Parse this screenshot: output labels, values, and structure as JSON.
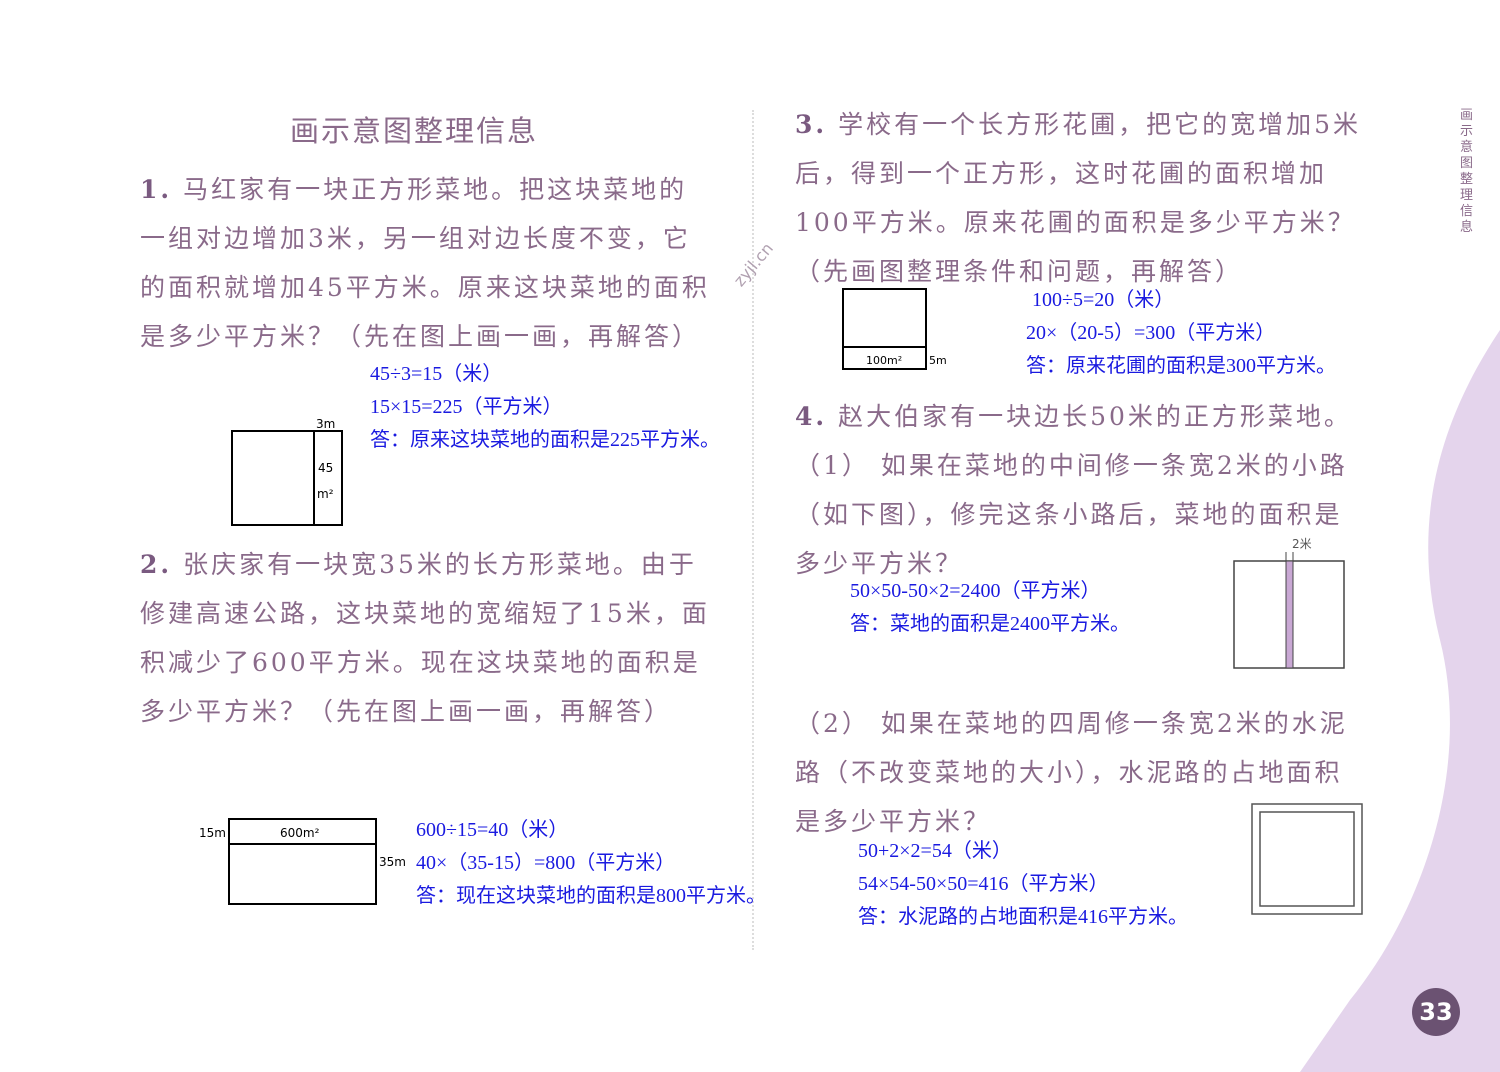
{
  "header": {
    "title": "画示意图整理信息",
    "side_label": "画示意图整理信息",
    "page_number": "33",
    "watermark": "zyjl.cn"
  },
  "q1": {
    "num": "1.",
    "text": "马红家有一块正方形菜地。把这块菜地的一组对边增加3米，另一组对边长度不变，它的面积就增加45平方米。原来这块菜地的面积是多少平方米？（先在图上画一画，再解答）",
    "ans": [
      "45÷3=15（米）",
      "15×15=225（平方米）",
      "答：原来这块菜地的面积是225平方米。"
    ],
    "fig": {
      "top": "3m",
      "mid1": "45",
      "mid2": "m²"
    }
  },
  "q2": {
    "num": "2.",
    "text": "张庆家有一块宽35米的长方形菜地。由于修建高速公路，这块菜地的宽缩短了15米，面积减少了600平方米。现在这块菜地的面积是多少平方米？（先在图上画一画，再解答）",
    "ans": [
      "600÷15=40（米）",
      "40×（35-15）=800（平方米）",
      "答：现在这块菜地的面积是800平方米。"
    ],
    "fig": {
      "left": "15m",
      "strip": "600m²",
      "right": "35m"
    }
  },
  "q3": {
    "num": "3.",
    "text": "学校有一个长方形花圃，把它的宽增加5米后，得到一个正方形，这时花圃的面积增加100平方米。原来花圃的面积是多少平方米？（先画图整理条件和问题，再解答）",
    "ans": [
      "100÷5=20（米）",
      "20×（20-5）=300（平方米）",
      "答：原来花圃的面积是300平方米。"
    ],
    "fig": {
      "strip": "100m²",
      "right": "5m"
    }
  },
  "q4": {
    "num": "4.",
    "intro": "赵大伯家有一块边长50米的正方形菜地。",
    "p1": {
      "label": "（1）",
      "text": "如果在菜地的中间修一条宽2米的小路（如下图），修完这条小路后，菜地的面积是多少平方米？",
      "ans": [
        "50×50-50×2=2400（平方米）",
        "答：菜地的面积是2400平方米。"
      ],
      "fig_label": "2米"
    },
    "p2": {
      "label": "（2）",
      "text": "如果在菜地的四周修一条宽2米的水泥路（不改变菜地的大小），水泥路的占地面积是多少平方米？",
      "ans": [
        "50+2×2=54（米）",
        "54×54-50×50=416（平方米）",
        "答：水泥路的占地面积是416平方米。"
      ]
    }
  }
}
